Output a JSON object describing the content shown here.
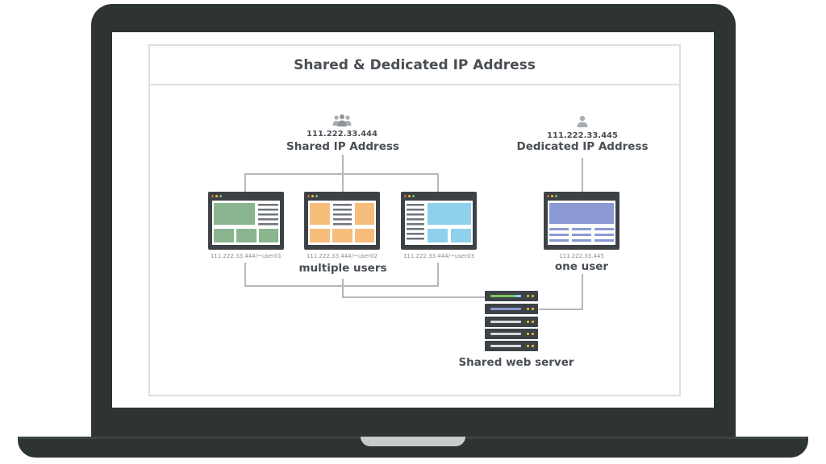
{
  "title": "Shared & Dedicated IP Address",
  "shared": {
    "ip": "111.222.33.444",
    "label": "Shared IP Address",
    "users_label": "multiple users",
    "sites": [
      {
        "url": "111.222.33.444/~user01"
      },
      {
        "url": "111.222.33.444/~user02"
      },
      {
        "url": "111.222.33.444/~user03"
      }
    ]
  },
  "dedicated": {
    "ip": "111.222.33.445",
    "label": "Dedicated IP Address",
    "site_url": "111.222.33.445",
    "users_label": "one user"
  },
  "server": {
    "label": "Shared web server"
  },
  "icons": {
    "shared": "group-of-users-icon",
    "dedicated": "single-user-icon",
    "server": "server-rack-icon"
  },
  "colors": {
    "frame": "#2e3434",
    "site1": "#8ab58e",
    "site2": "#f7bd7d",
    "site3": "#8fd0ec",
    "dedicated_site": "#8b9ad2",
    "text": "#4a4f55"
  }
}
